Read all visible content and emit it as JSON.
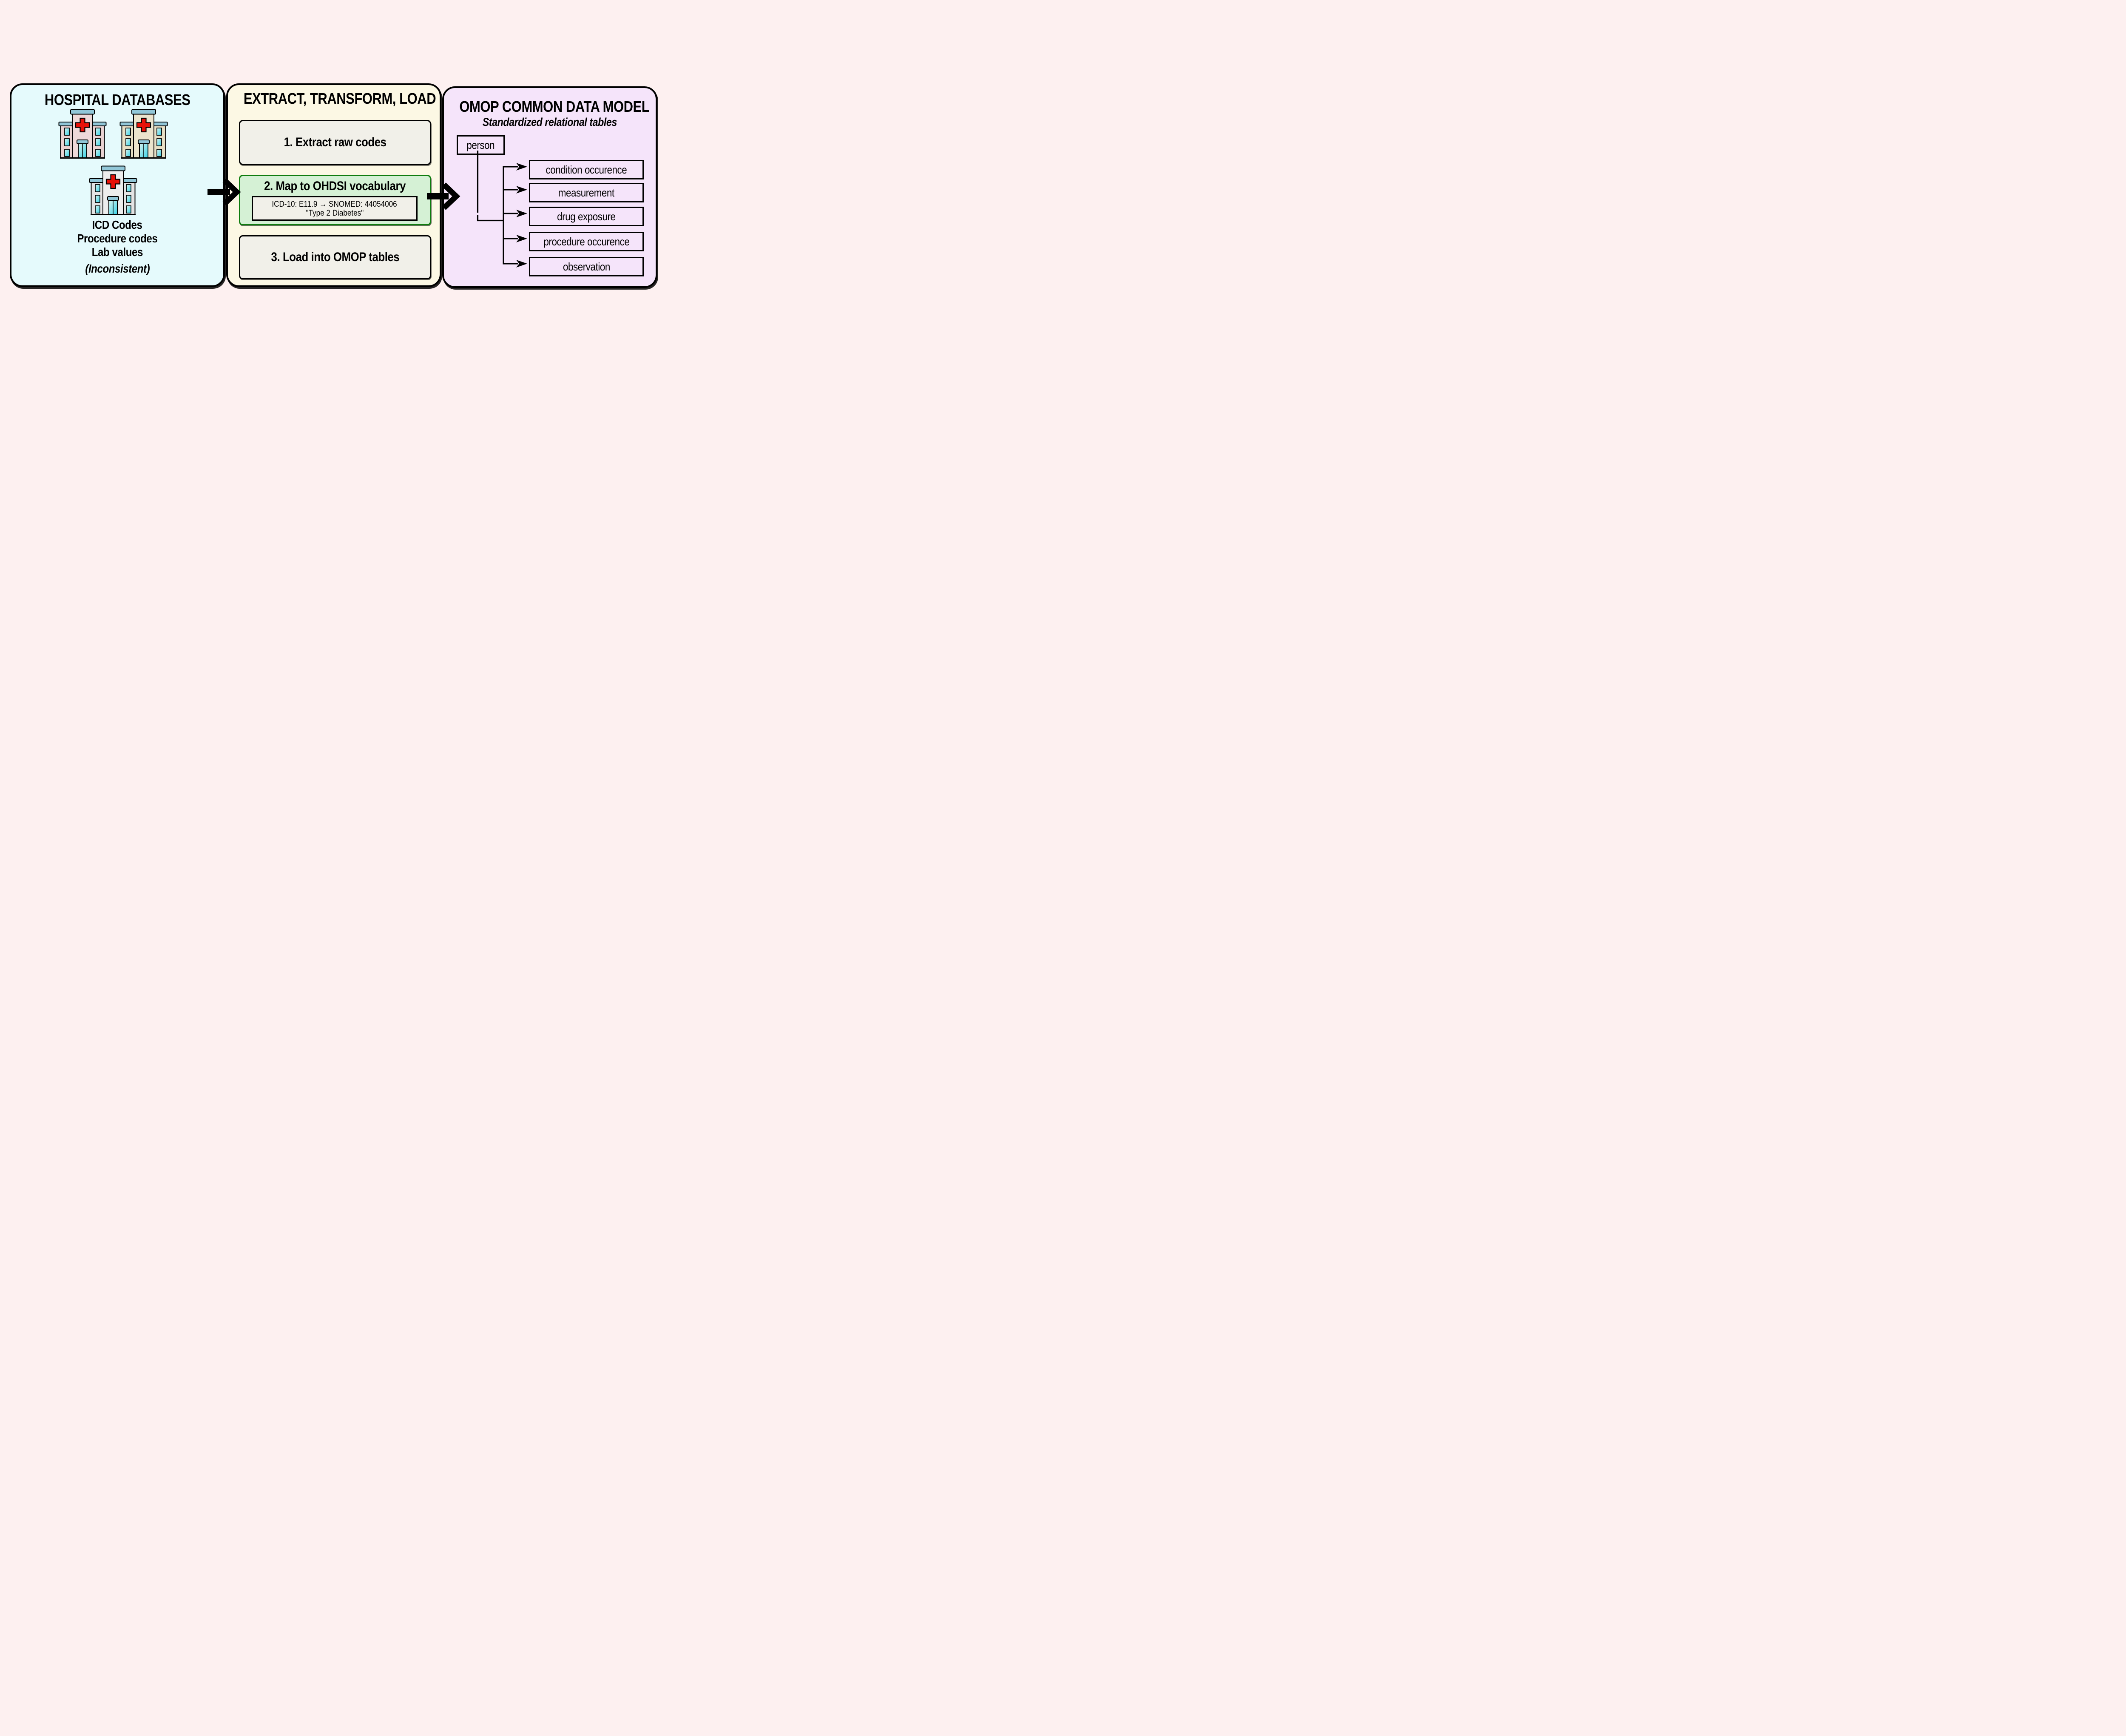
{
  "page": {
    "background_color": "#fdf0f0",
    "icons": {
      "hospital_icon": "hospital-building with red cross, blue roof caps, cyan windows and door",
      "flow_arrow_icon": "thick black right-chevron arrow",
      "table_arrow_icon": "black concave-back right arrowhead"
    }
  },
  "panels": {
    "hospital": {
      "title": "HOSPITAL DATABASES",
      "items": [
        "ICD Codes",
        "Procedure codes",
        "Lab values"
      ],
      "note": "(Inconsistent)",
      "bg_color": "#e5fafc",
      "cross_color": "#e81109",
      "roof_color": "#92c7d8",
      "window_color": "#3ad3e8"
    },
    "etl": {
      "title": "EXTRACT, TRANSFORM, LOAD",
      "bg_color": "#fcf8e4",
      "step_bg_color": "#f1f0e9",
      "highlight_bg_color": "#d5f1d5",
      "highlight_border_color": "#0f7d0f",
      "steps": [
        {
          "label": "1. Extract raw codes"
        },
        {
          "label": "2. Map to OHDSI vocabulary",
          "example_line1": "ICD-10: E11.9 → SNOMED: 44054006",
          "example_line2": "\"Type 2 Diabetes\""
        },
        {
          "label": "3. Load into OMOP tables"
        }
      ]
    },
    "omop": {
      "title": "OMOP COMMON DATA MODEL",
      "subtitle": "Standardized relational tables",
      "bg_color": "#f5e4fa",
      "root_table": "person",
      "tables": [
        "condition occurence",
        "measurement",
        "drug exposure",
        "procedure occurence",
        "observation"
      ]
    }
  }
}
